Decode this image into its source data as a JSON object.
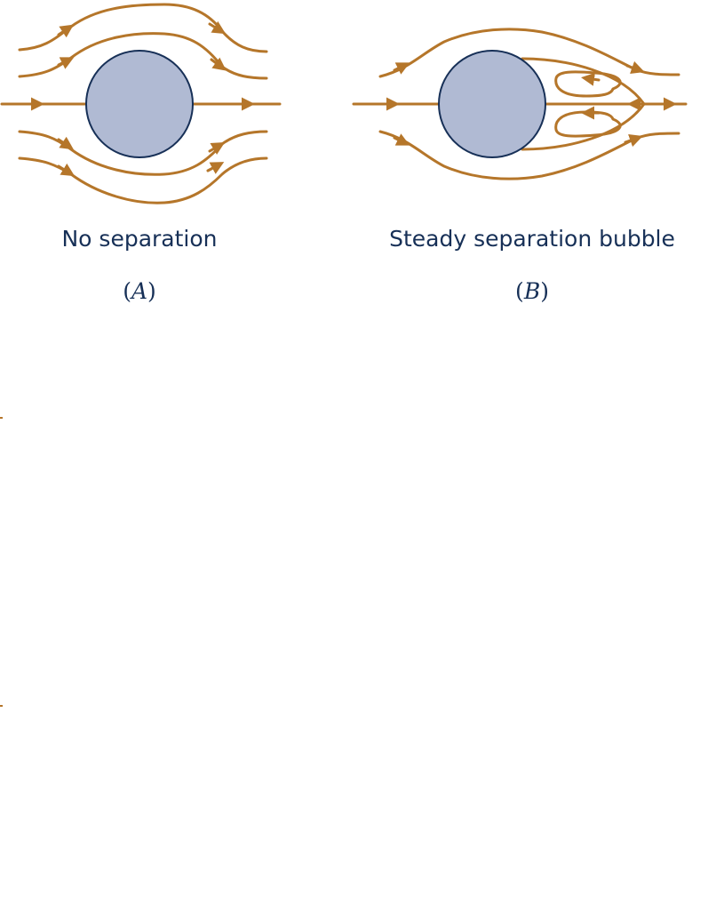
{
  "colors": {
    "streamline": "#b5762a",
    "cylinder_fill": "#b0bad3",
    "cylinder_stroke": "#173057",
    "text": "#173057"
  },
  "panels": [
    {
      "caption": "No separation",
      "label_open": "(",
      "label_letter": "A",
      "label_close": ")"
    },
    {
      "caption": "Steady separation bubble",
      "label_open": "(",
      "label_letter": "B",
      "label_close": ")"
    }
  ]
}
